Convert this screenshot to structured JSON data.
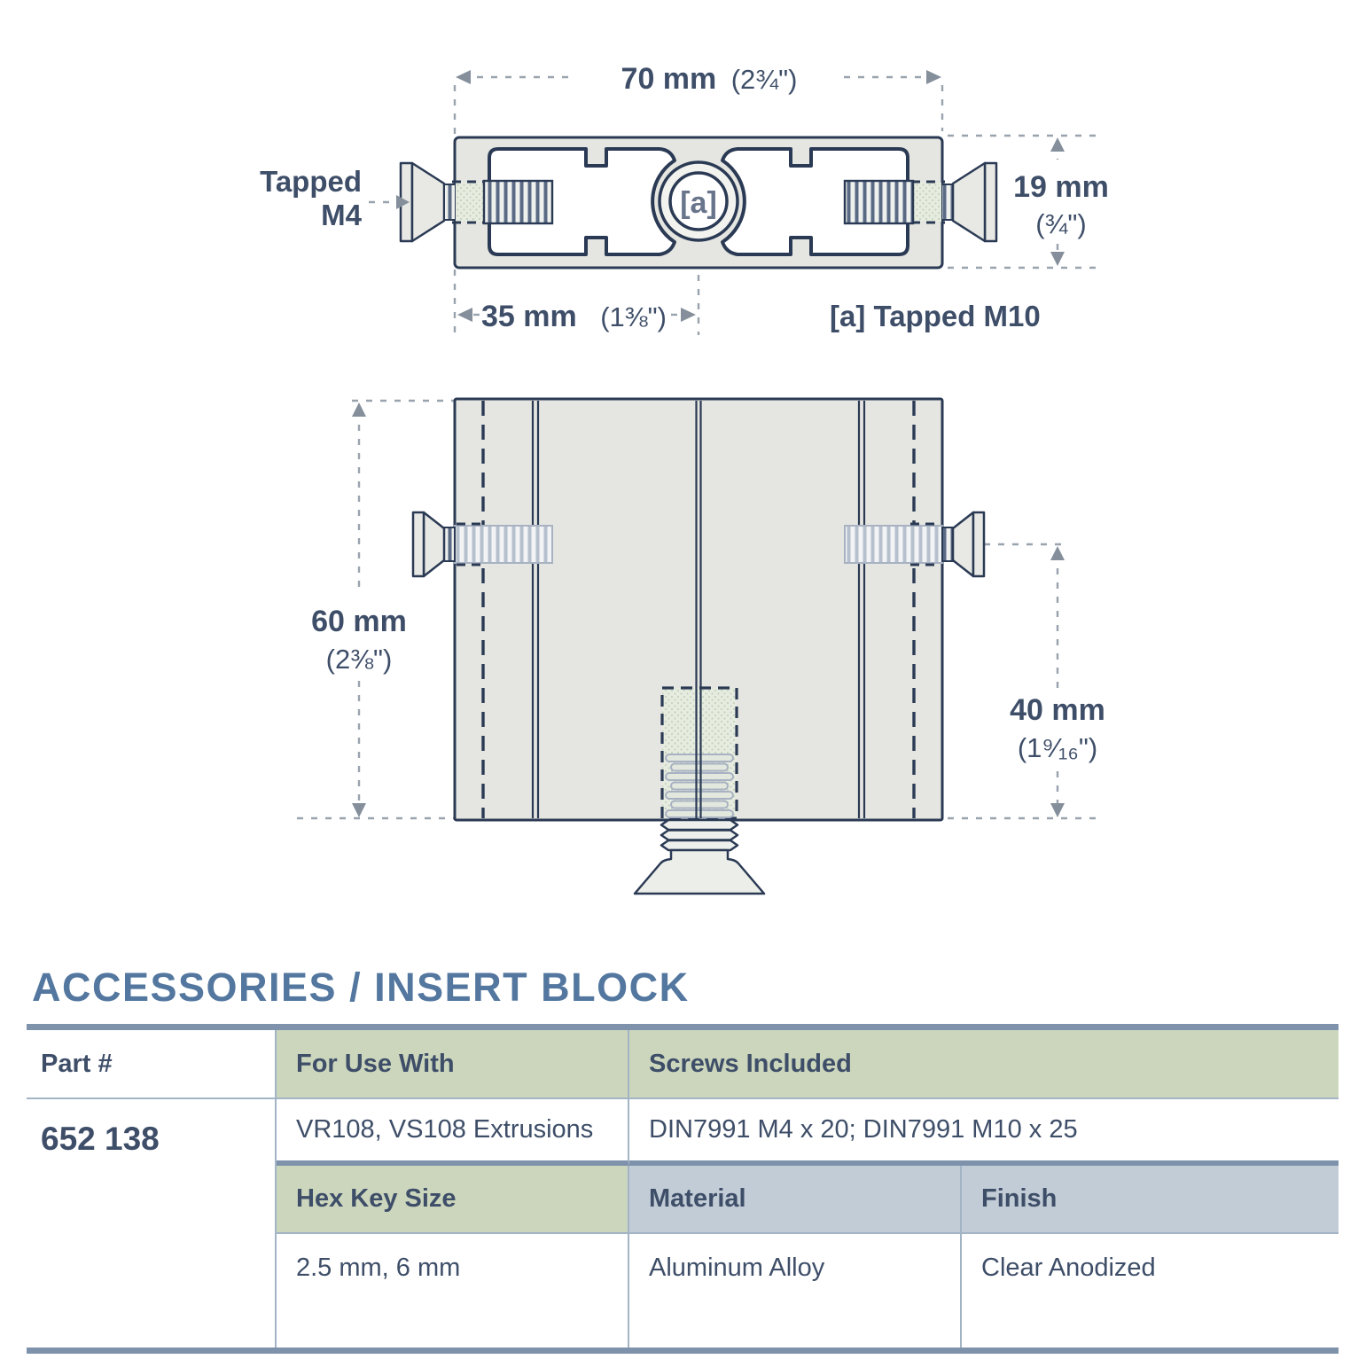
{
  "title": "ACCESSORIES / INSERT BLOCK",
  "top_view": {
    "width_dim": {
      "value": "70 mm",
      "inches": "(2¾\")"
    },
    "height_dim": {
      "value": "19 mm",
      "inches": "(¾\")"
    },
    "offset_dim": {
      "value": "35 mm",
      "inches": "(1⅜\")"
    },
    "tapped_label": {
      "line1": "Tapped",
      "line2": "M4"
    },
    "center_hole_label": "[a]",
    "note": "[a] Tapped M10"
  },
  "front_view": {
    "height_dim": {
      "value": "60 mm",
      "inches": "(2⅜\")"
    },
    "screw_depth_dim": {
      "value": "40 mm",
      "inches": "(1⁹⁄₁₆\")"
    }
  },
  "table": {
    "header_row_top": {
      "part": "Part #",
      "for_use": "For Use With",
      "screws": "Screws Included"
    },
    "data_row_top": {
      "part": "652 138",
      "for_use": "VR108, VS108 Extrusions",
      "screws": "DIN7991 M4 x 20; DIN7991 M10 x 25"
    },
    "header_row_bottom": {
      "hex": "Hex Key Size",
      "material": "Material",
      "finish": "Finish"
    },
    "data_row_bottom": {
      "hex": "2.5 mm, 6 mm",
      "material": "Aluminum Alloy",
      "finish": "Clear Anodized"
    }
  },
  "colors": {
    "title_accent": "#53779f",
    "ink": "#3e4e68",
    "outline_navy": "#2b3a54",
    "block_fill": "#e5e6e1",
    "tapped_green": "#e7ece1",
    "header_green": "#ccd6bd",
    "header_blue_gray": "#c2ccd6",
    "table_border": "#7e93ab"
  }
}
